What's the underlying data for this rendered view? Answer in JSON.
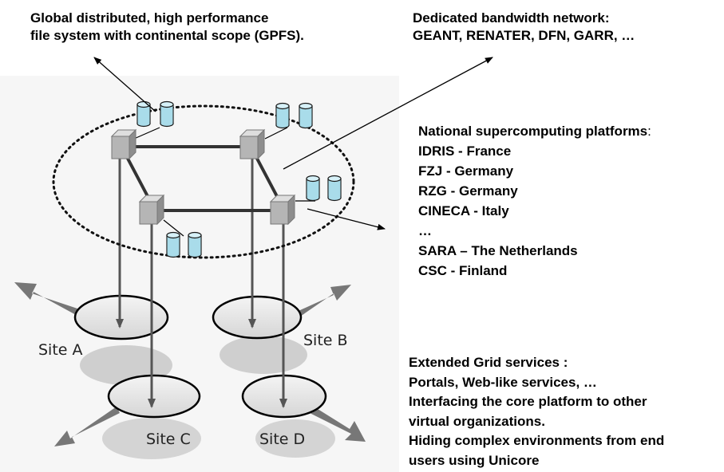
{
  "gpfs_caption": {
    "line1": "Global distributed, high performance",
    "line2": "file system with continental scope (GPFS)."
  },
  "network_caption": {
    "line1": "Dedicated bandwidth network:",
    "line2": "GEANT, RENATER, DFN, GARR, …"
  },
  "platforms": {
    "heading": "National supercomputing platforms",
    "heading_suffix": ":",
    "items": [
      "IDRIS - France",
      "FZJ  - Germany",
      "RZG - Germany",
      "CINECA  -  Italy",
      "…",
      "SARA – The Netherlands",
      "CSC  - Finland"
    ]
  },
  "grid_services": {
    "lines": [
      "Extended Grid services :",
      "Portals, Web-like services, …",
      "Interfacing the core platform to other",
      "virtual organizations.",
      "Hiding complex environments from end",
      "users using Unicore"
    ]
  },
  "sites": [
    "Site A",
    "Site B",
    "Site C",
    "Site D"
  ]
}
